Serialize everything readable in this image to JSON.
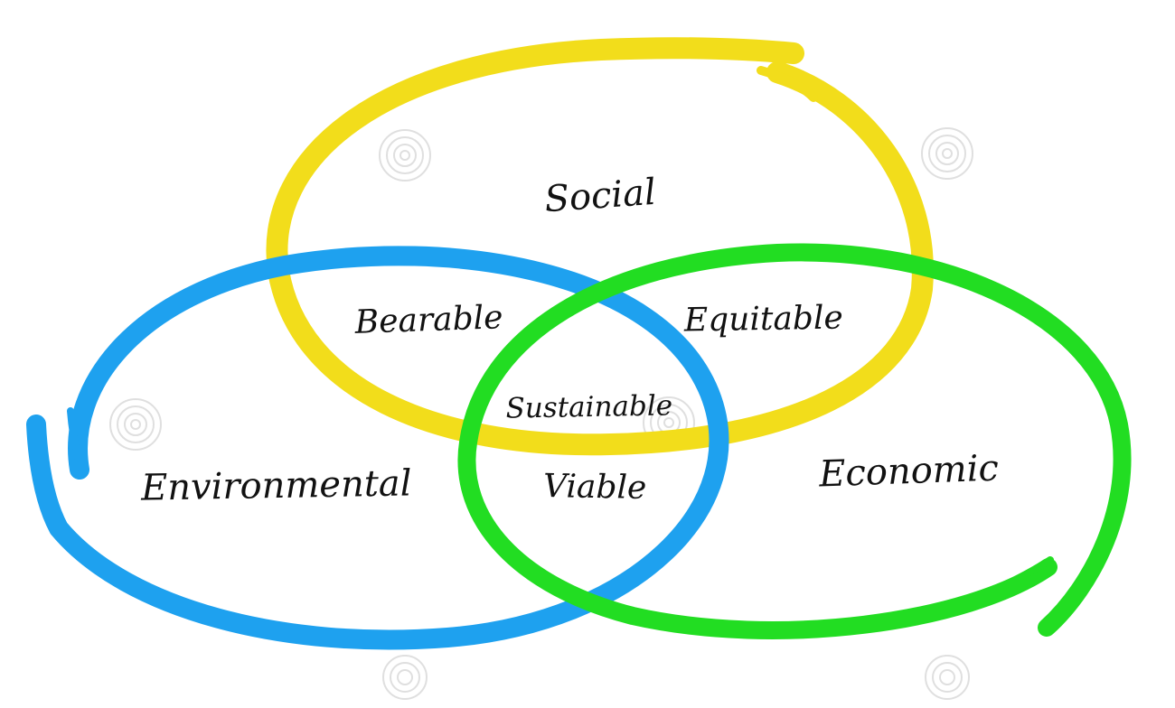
{
  "diagram": {
    "sets": {
      "social": {
        "label": "Social",
        "color": "#f2dd1b"
      },
      "environmental": {
        "label": "Environmental",
        "color": "#1ea1ef"
      },
      "economic": {
        "label": "Economic",
        "color": "#22dd22"
      }
    },
    "overlaps": {
      "social_environmental": "Bearable",
      "social_economic": "Equitable",
      "environmental_economic": "Viable",
      "all_three": "Sustainable"
    }
  }
}
